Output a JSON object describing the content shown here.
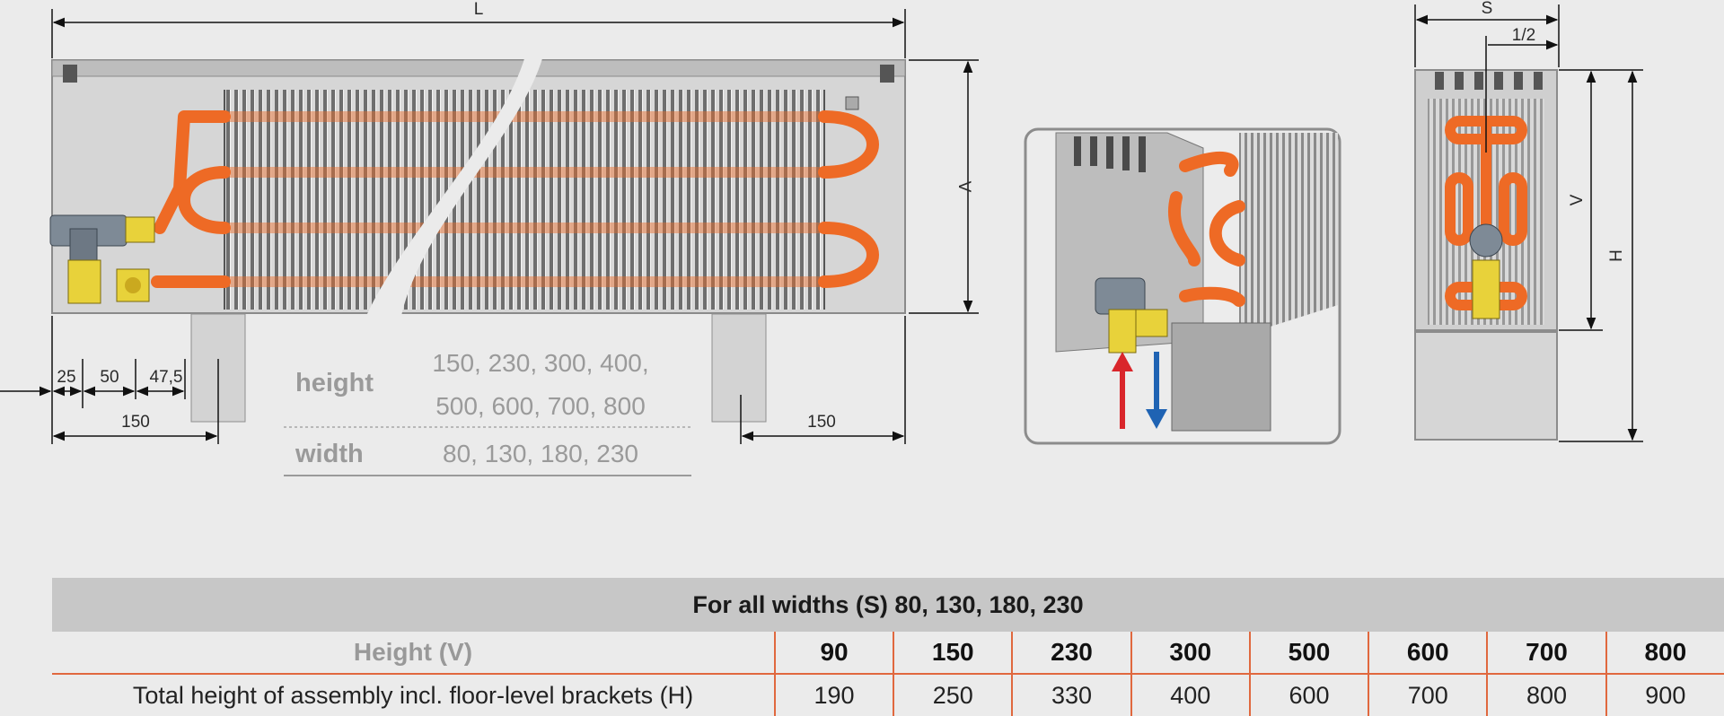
{
  "dimensions": {
    "L": "L",
    "V_front": "V",
    "S": "S",
    "half": "1/2",
    "V_side": "V",
    "H": "H",
    "d25": "25",
    "d50": "50",
    "d475": "47,5",
    "d150_left": "150",
    "d150_right": "150"
  },
  "specs": {
    "height_label": "height",
    "height_values_1": "150, 230, 300, 400,",
    "height_values_2": "500, 600, 700, 800",
    "width_label": "width",
    "width_values": "80, 130, 180, 230"
  },
  "colors": {
    "pipe": "#ee6a25",
    "brass": "#e8d23a",
    "flow_supply": "#d9262b",
    "flow_return": "#1f63b3",
    "table_accent": "#e0683e"
  },
  "table": {
    "title": "For all widths (S) 80, 130, 180, 230",
    "header_label": "Height (V)",
    "heights": [
      "90",
      "150",
      "230",
      "300",
      "500",
      "600",
      "700",
      "800"
    ],
    "row_label": "Total height of assembly incl. floor-level brackets (H)",
    "totals": [
      "190",
      "250",
      "330",
      "400",
      "600",
      "700",
      "800",
      "900"
    ]
  }
}
